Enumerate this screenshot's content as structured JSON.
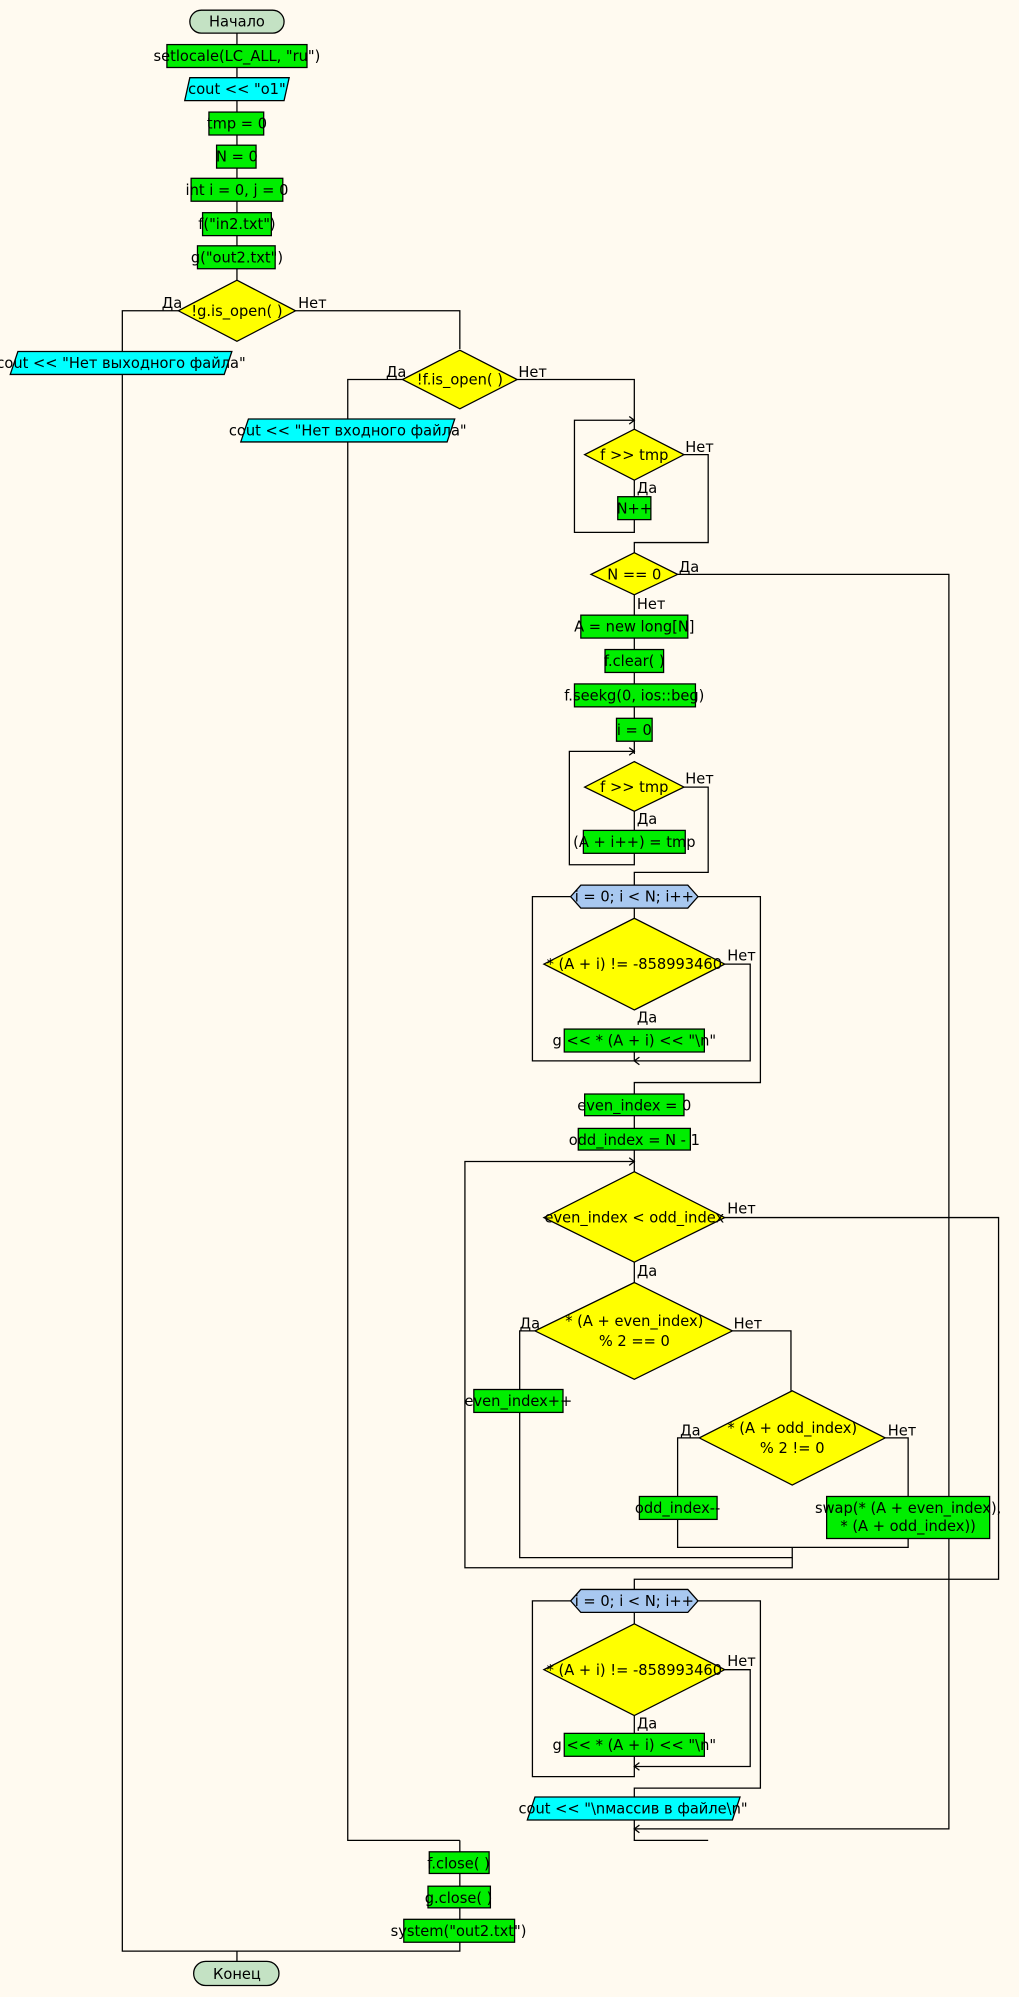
{
  "terminals": {
    "start": "Начало",
    "end": "Конец"
  },
  "steps": {
    "setlocale": "setlocale(LC_ALL, \"ru\")",
    "cout_o1": "cout << \"o1\"",
    "tmp0": "tmp = 0",
    "n0": "N = 0",
    "ij0": "int i = 0, j = 0",
    "f_open": "f(\"in2.txt\")",
    "g_open": "g(\"out2.txt\")",
    "cond_g": "!g.is_open( )",
    "no_out_file": "cout << \"Нет выходного файла\"",
    "cond_f": "!f.is_open( )",
    "no_in_file": "cout << \"Нет входного файла\"",
    "read1_cond": "f >> tmp",
    "n_inc": "N++",
    "n_zero_cond": "N == 0",
    "alloc": "A = new long[N]",
    "clear": "f.clear( )",
    "seek": "f.seekg(0, ios::beg)",
    "i0": "i = 0",
    "read2_cond": "f >> tmp",
    "store": "(A + i++) = tmp",
    "for1": "i = 0; i < N; i++",
    "cond_val1": "* (A + i) != -858993460",
    "write1": "g << * (A + i) << \"\\n\"",
    "even0": "even_index = 0",
    "odd0": "odd_index = N - 1",
    "while_cond": "even_index < odd_index",
    "even_cond_1": "* (A + even_index)",
    "even_cond_2": "% 2 == 0",
    "even_inc": "even_index++",
    "odd_cond_1": "* (A + odd_index)",
    "odd_cond_2": "% 2 != 0",
    "odd_dec": "odd_index--",
    "swap_1": "swap(* (A + even_index),",
    "swap_2": "* (A + odd_index))",
    "for2": "i = 0; i < N; i++",
    "cond_val2": "* (A + i) != -858993460",
    "write2": "g << * (A + i) << \"\\n\"",
    "cout_array": "cout << \"\\nмассив в файле\\n\"",
    "f_close": "f.close( )",
    "g_close": "g.close( )",
    "system": "system(\"out2.txt\")"
  },
  "branch": {
    "yes": "Да",
    "no": "Нет"
  },
  "colors": {
    "background": "#fffaf0",
    "process": "#00ee00",
    "io": "#00ffff",
    "decision": "#ffff00",
    "terminal": "#c4e2c4",
    "loop": "#a8c8f0"
  }
}
